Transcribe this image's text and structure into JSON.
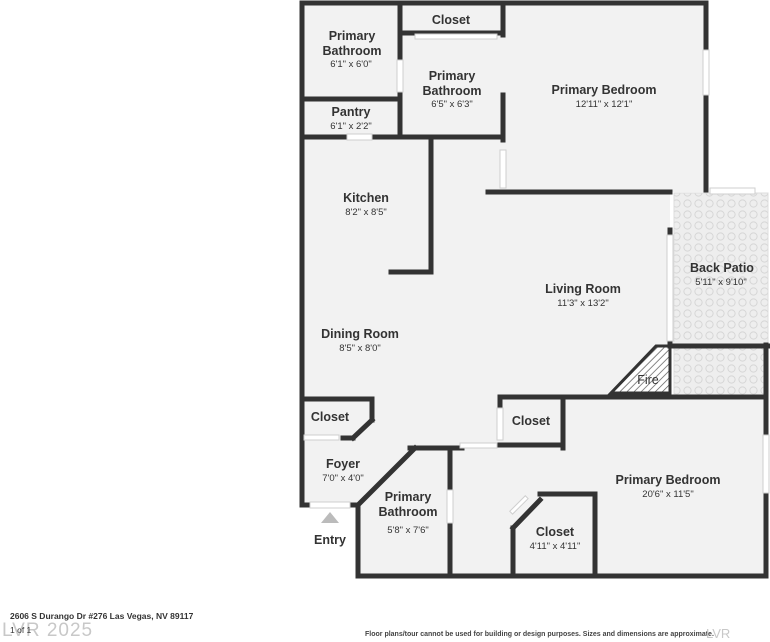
{
  "colors": {
    "wall": "#333333",
    "floor": "#f2f2f2",
    "window": "#cfcfcf",
    "patio_tile": "#e5e5e5"
  },
  "rooms": {
    "bath_top_left": {
      "name": "Primary\nBathroom",
      "dims": "6'1\" x 6'0\""
    },
    "closet_top": {
      "name": "Closet",
      "dims": ""
    },
    "bath_top_mid": {
      "name": "Primary\nBathroom",
      "dims": "6'5\" x 6'3\""
    },
    "bed_top": {
      "name": "Primary Bedroom",
      "dims": "12'11\" x 12'1\""
    },
    "pantry": {
      "name": "Pantry",
      "dims": "6'1\" x 2'2\""
    },
    "kitchen": {
      "name": "Kitchen",
      "dims": "8'2\" x 8'5\""
    },
    "patio": {
      "name": "Back Patio",
      "dims": "5'11\" x 9'10\""
    },
    "living": {
      "name": "Living Room",
      "dims": "11'3\" x 13'2\""
    },
    "dining": {
      "name": "Dining Room",
      "dims": "8'5\" x 8'0\""
    },
    "fire": {
      "name": "Fire",
      "dims": ""
    },
    "closet_left": {
      "name": "Closet",
      "dims": ""
    },
    "closet_mid": {
      "name": "Closet",
      "dims": ""
    },
    "foyer": {
      "name": "Foyer",
      "dims": "7'0\" x 4'0\""
    },
    "bed_bottom": {
      "name": "Primary Bedroom",
      "dims": "20'6\" x 11'5\""
    },
    "bath_bottom": {
      "name": "Primary\nBathroom",
      "dims": "5'8\" x 7'6\""
    },
    "closet_bottom": {
      "name": "Closet",
      "dims": "4'11\" x 4'11\""
    }
  },
  "entry_label": "Entry",
  "footer": {
    "address": "2606 S Durango Dr #276 Las Vegas, NV 89117",
    "pages": "1 of 1",
    "mls": "LVR 2025",
    "disclaimer": "Floor plans/tour cannot be used for building or design purposes. Sizes and dimensions are approximate."
  }
}
